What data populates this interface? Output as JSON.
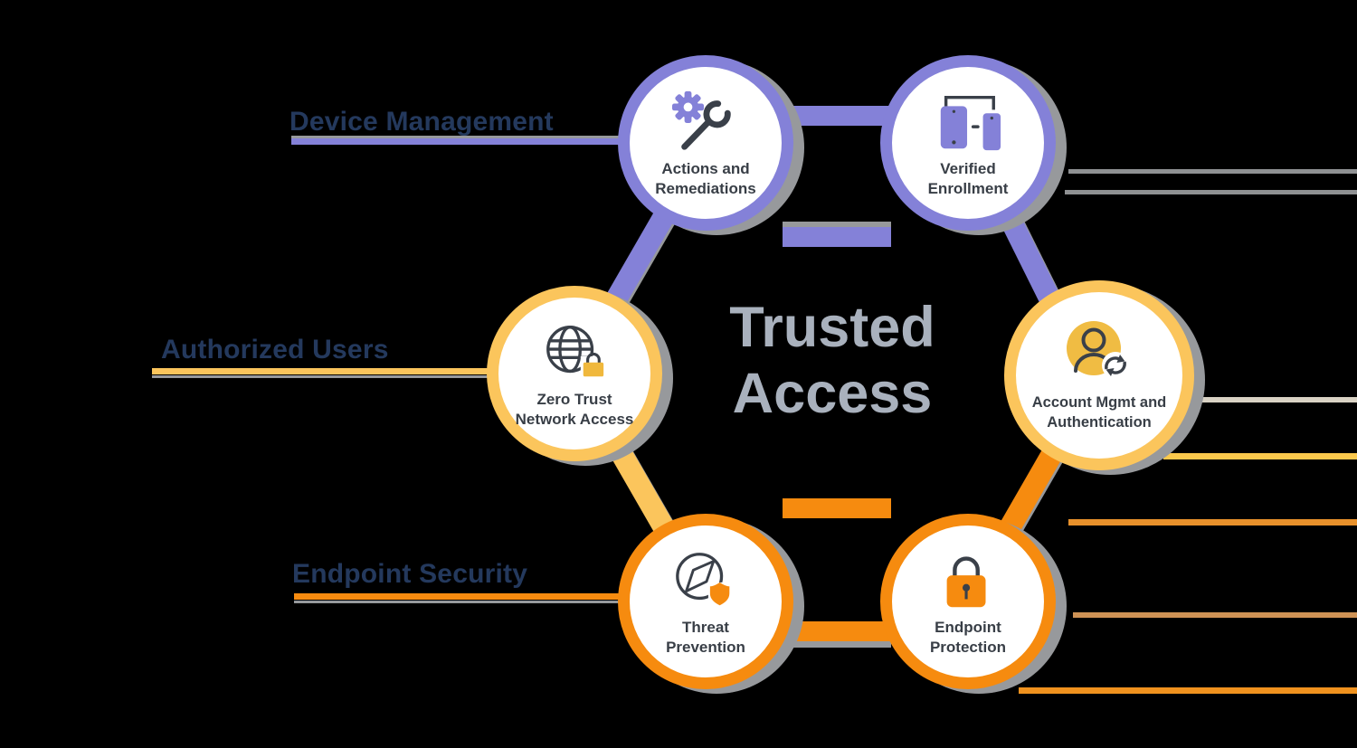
{
  "title": "Trusted Access",
  "colors": {
    "background": "#000000",
    "purple": "#8481D8",
    "yellow": "#FBC55C",
    "orange": "#F68B0F",
    "icon_yellow_fill": "#F0BC43",
    "icon_dark_stroke": "#3A4049",
    "section_label_navy": "#24395D",
    "node_text": "#383E46",
    "title_gray": "#A9B1BD",
    "shadow_gray": "#97999C",
    "right_line_gray": "#8F9193",
    "right_line_beige": "#D9D2C4",
    "right_line_yellow": "#FBC84C",
    "right_line_orange": "#E8912B",
    "right_line_tan": "#CE9255",
    "right_line_orange_bright": "#F0921E"
  },
  "sections": [
    {
      "label": "Device Management",
      "color": "#8481D8"
    },
    {
      "label": "Authorized Users",
      "color": "#FBC55C"
    },
    {
      "label": "Endpoint Security",
      "color": "#F68B0F"
    }
  ],
  "nodes": [
    {
      "label": "Actions and Remediations",
      "icon": "gear-wrench-icon",
      "section": "Device Management"
    },
    {
      "label": "Verified Enrollment",
      "icon": "devices-icon",
      "section": "Device Management"
    },
    {
      "label": "Zero Trust Network Access",
      "icon": "globe-lock-icon",
      "section": "Authorized Users"
    },
    {
      "label": "Account Mgmt and Authentication",
      "icon": "user-sync-icon",
      "section": "Authorized Users"
    },
    {
      "label": "Threat Prevention",
      "icon": "compass-shield-icon",
      "section": "Endpoint Security"
    },
    {
      "label": "Endpoint Protection",
      "icon": "padlock-icon",
      "section": "Endpoint Security"
    }
  ]
}
